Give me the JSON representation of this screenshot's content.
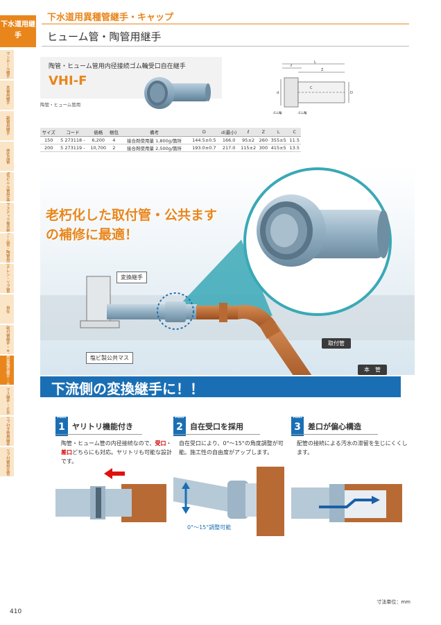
{
  "sidebar": {
    "head": "下水道用継手",
    "tabs": [
      "マンホール継手",
      "本管用継手",
      "副管用継手",
      "他社品管",
      "塩化ビニル管用支管",
      "強化プラスチック複合管用支管",
      "ヒューム管・陶管用支管",
      "ポリエチレン・リブ管用支管",
      "自在",
      "止水・取付管継手・キャップ",
      "下水道用異種管継手・キャップ",
      "マス継手・止水",
      "リブ付き管用継手",
      "リブ付管用支管"
    ],
    "active_index": 10
  },
  "header": {
    "category": "下水道用異種管継手・キャップ",
    "title": "ヒューム管・陶管用継手"
  },
  "product": {
    "subtitle": "陶管・ヒューム管用内径接続ゴム輪受口自在継手",
    "code": "VHI-F",
    "note": "陶管・ヒューム管用"
  },
  "spec_table": {
    "headers": [
      "サイズ",
      "コード",
      "価格",
      "梱包",
      "備考",
      "D",
      "d(最小)",
      "ℓ",
      "Z",
      "L",
      "C"
    ],
    "rows": [
      [
        "150",
        "5 273118 -",
        "6,200",
        "4",
        "接合剤使用量 1,800g/箇所",
        "144.5±0.5",
        "166.0",
        "95±2",
        "260",
        "355±5",
        "11.5"
      ],
      [
        "200",
        "5 273119 -",
        "10,700",
        "2",
        "接合剤使用量 2,500g/箇所",
        "193.0±0.7",
        "217.0",
        "115±2",
        "300",
        "415±5",
        "13.5"
      ]
    ]
  },
  "drawing_labels": {
    "l": "ℓ",
    "L": "L",
    "Z": "Z",
    "C": "C",
    "D": "D",
    "d": "d",
    "rubber1": "ゴム輪",
    "rubber2": "ゴム輪"
  },
  "diagram": {
    "headline1": "老朽化した取付管・公共ます",
    "headline2": "の補修に最適！",
    "label_joint": "変換継手",
    "label_box": "塩ビ製公共マス",
    "label_pipe": "取付管",
    "label_main": "本　管"
  },
  "banner": "下流側の変換継手に！！",
  "points": [
    {
      "tag": "Point",
      "num": "1",
      "title": "ヤリトリ機能付き",
      "text_pre": "陶管・ヒューム管の内径接続なので、",
      "hl1": "受口",
      "mid": "・",
      "hl2": "差口",
      "text_post": "どちらにも対応。ヤリトリも可能な設計です。"
    },
    {
      "tag": "Point",
      "num": "2",
      "title": "自在受口を採用",
      "text": "自在受口により、0°～15°の角度調整が可能。施工性の自由度がアップします。",
      "caption": "0°～15°調整可能"
    },
    {
      "tag": "Point",
      "num": "3",
      "title": "差口が偏心構造",
      "text": "配管の接続による汚水の滞留を生じにくくします。"
    }
  ],
  "footer": {
    "unit": "寸法単位：mm",
    "page": "410"
  },
  "colors": {
    "accent": "#e8861c",
    "blue": "#1a6fb4",
    "pipe_gray": "#8fb0c6",
    "clay": "#b8642a"
  }
}
